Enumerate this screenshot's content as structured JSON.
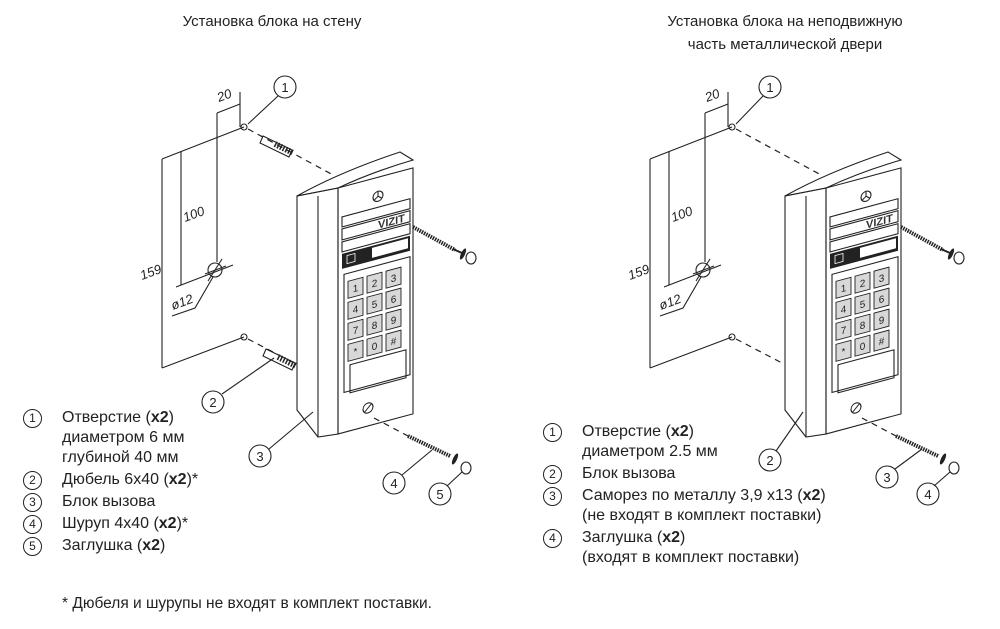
{
  "left": {
    "title": "Установка блока на стену",
    "dims": {
      "d20": "20",
      "d100": "100",
      "d159": "159",
      "dia": "ø12"
    },
    "callouts": [
      "1",
      "2",
      "3",
      "4",
      "5"
    ],
    "legend": [
      {
        "n": "1",
        "lines": [
          "Отверстие (",
          "x2",
          ")"
        ],
        "extra": [
          "диаметром 6 мм",
          "глубиной 40 мм"
        ]
      },
      {
        "n": "2",
        "lines": [
          "Дюбель 6x40 (",
          "x2",
          ")*"
        ],
        "extra": []
      },
      {
        "n": "3",
        "lines": [
          "Блок вызова",
          "",
          ""
        ],
        "extra": []
      },
      {
        "n": "4",
        "lines": [
          "Шуруп  4x40 (",
          "x2",
          ")*"
        ],
        "extra": []
      },
      {
        "n": "5",
        "lines": [
          "Заглушка (",
          "x2",
          ")"
        ],
        "extra": []
      }
    ],
    "note": "* Дюбеля и шурупы не входят в комплект поставки."
  },
  "right": {
    "title_line1": "Установка блока на неподвижную",
    "title_line2": "часть металлической двери",
    "dims": {
      "d20": "20",
      "d100": "100",
      "d159": "159",
      "dia": "ø12"
    },
    "callouts": [
      "1",
      "2",
      "3",
      "4"
    ],
    "legend": [
      {
        "n": "1",
        "lines": [
          "Отверстие (",
          "x2",
          ")"
        ],
        "extra": [
          "диаметром 2.5 мм"
        ]
      },
      {
        "n": "2",
        "lines": [
          "Блок вызова",
          "",
          ""
        ],
        "extra": []
      },
      {
        "n": "3",
        "lines": [
          "Саморез по металлу 3,9 x13 (",
          "x2",
          ")"
        ],
        "extra": [
          "(не входят в комплект поставки)"
        ]
      },
      {
        "n": "4",
        "lines": [
          "Заглушка (",
          "x2",
          ")"
        ],
        "extra": [
          "(входят в комплект поставки)"
        ]
      }
    ]
  },
  "device": {
    "brand": "VIZIT",
    "keys": [
      "1",
      "2",
      "3",
      "4",
      "5",
      "6",
      "7",
      "8",
      "9",
      "*",
      "0",
      "#"
    ]
  }
}
